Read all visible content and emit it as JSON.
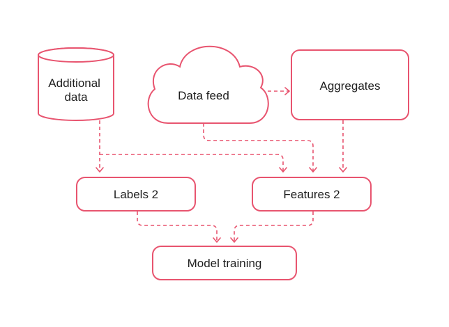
{
  "colors": {
    "stroke": "#e8546f",
    "text": "#1e1e1e",
    "background": "#ffffff"
  },
  "nodes": {
    "additional_data": {
      "line1": "Additional",
      "line2": "data",
      "shape": "cylinder-database"
    },
    "data_feed": {
      "label": "Data feed",
      "shape": "cloud"
    },
    "aggregates": {
      "label": "Aggregates",
      "shape": "rounded-rectangle"
    },
    "labels": {
      "label": "Labels 2",
      "shape": "rounded-rectangle"
    },
    "features": {
      "label": "Features 2",
      "shape": "rounded-rectangle"
    },
    "model_training": {
      "label": "Model training",
      "shape": "rounded-rectangle"
    }
  },
  "edges": [
    {
      "from": "Additional data",
      "to": "Labels 2"
    },
    {
      "from": "Additional data",
      "to": "Features 2"
    },
    {
      "from": "Data feed",
      "to": "Aggregates"
    },
    {
      "from": "Data feed",
      "to": "Features 2"
    },
    {
      "from": "Aggregates",
      "to": "Features 2"
    },
    {
      "from": "Labels 2",
      "to": "Model training"
    },
    {
      "from": "Features 2",
      "to": "Model training"
    }
  ]
}
